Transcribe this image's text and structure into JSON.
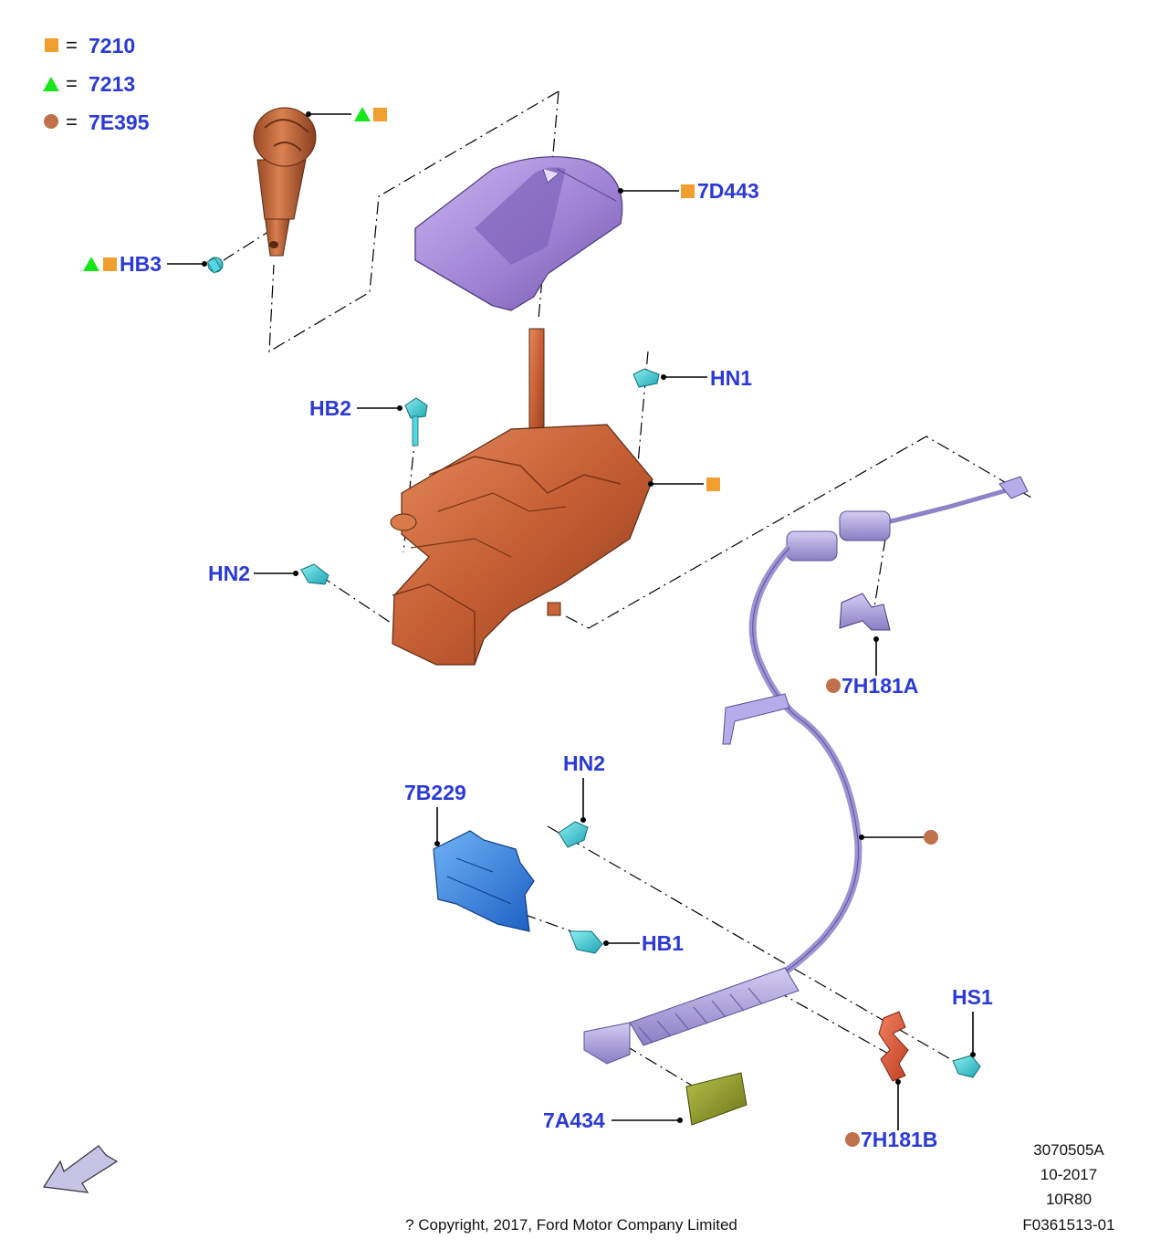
{
  "legend": [
    {
      "symbol": "square",
      "color": "#f29e2e",
      "eq": "=",
      "code": "7210"
    },
    {
      "symbol": "triangle",
      "color": "#19e619",
      "eq": "=",
      "code": "7213"
    },
    {
      "symbol": "circle",
      "color": "#c0704a",
      "eq": "=",
      "code": "7E395"
    }
  ],
  "labels": {
    "hb3": "HB3",
    "d443": "7D443",
    "hn1": "HN1",
    "hb2": "HB2",
    "hn2_top": "HN2",
    "h181a": "7H181A",
    "b229": "7B229",
    "hn2_bottom": "HN2",
    "hb1": "HB1",
    "hs1": "HS1",
    "a434": "7A434",
    "h181b": "7H181B"
  },
  "footer": {
    "doc_number": "3070505A",
    "date": "10-2017",
    "model": "10R80",
    "figure": "F0361513-01",
    "copyright": "? Copyright, 2017, Ford Motor Company Limited"
  },
  "colors": {
    "label_blue": "#2b3ad6",
    "shifter_copper": "#c8643a",
    "boot_purple": "#9a7fd0",
    "cable_lavender": "#a79bd8",
    "bracket_blue": "#2f7be0",
    "fastener_cyan": "#3cc9d6",
    "clip_red": "#e05a3a",
    "block_olive": "#8f9a2a"
  }
}
